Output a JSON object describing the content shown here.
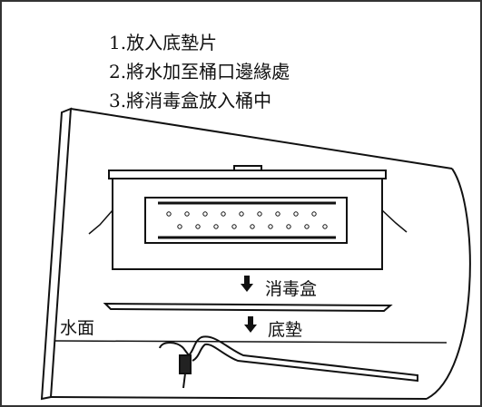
{
  "instructions": [
    "1.放入底墊片",
    "2.將水加至桶口邊緣處",
    "3.將消毒盒放入桶中"
  ],
  "labels": {
    "disinfect_box": "消毒盒",
    "bottom_pad": "底墊",
    "water_surface": "水面"
  },
  "icons": {
    "down_arrow": "down-arrow-icon"
  },
  "colors": {
    "line": "#111111",
    "background": "#ffffff",
    "frame": "#333333"
  }
}
